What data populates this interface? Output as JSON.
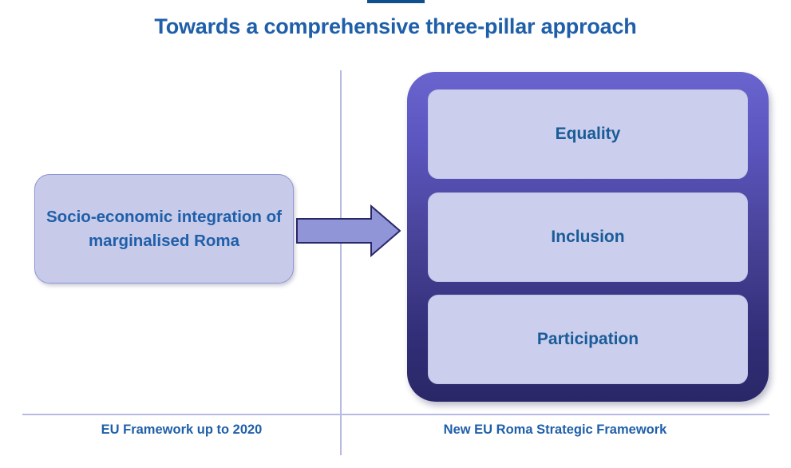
{
  "slide": {
    "title": "Towards a comprehensive three-pillar approach",
    "accent_bar_color": "#11508F",
    "title_color": "#1F5FA9",
    "divider_color": "#B7BAE3"
  },
  "legacy": {
    "label": "Socio-economic integration of marginalised Roma",
    "fill_color": "#C7CAE8",
    "border_color": "#9096D4",
    "text_color": "#1F5FA9"
  },
  "arrow": {
    "name": "right-arrow",
    "fill_color": "#9095D8",
    "stroke_color": "#2A2768"
  },
  "framework": {
    "gradient_top_color": "#6A64CE",
    "gradient_bottom_color": "#2A2768",
    "pillars": [
      {
        "label": "Equality"
      },
      {
        "label": "Inclusion"
      },
      {
        "label": "Participation"
      }
    ],
    "pillar_fill_color": "#CBCEEC",
    "pillar_text_color": "#1A5C98"
  },
  "footer": {
    "left_caption": "EU Framework up to 2020",
    "right_caption": "New EU Roma Strategic Framework",
    "caption_color": "#1F5FA9"
  }
}
